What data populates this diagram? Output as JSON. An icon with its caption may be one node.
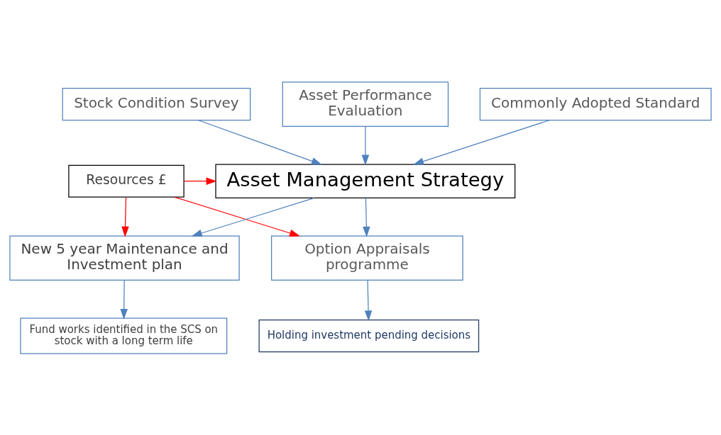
{
  "diagram": {
    "nodes": [
      {
        "text": [
          "Stock Condition Survey"
        ]
      },
      {
        "text": [
          "Asset Performance Evaluation"
        ]
      },
      {
        "text": [
          "Commonly Adopted Standard"
        ]
      },
      {
        "text": [
          "Resources £"
        ]
      },
      {
        "text": [
          "Asset Management Strategy"
        ]
      },
      {
        "text": [
          "New 5 year Maintenance and Investment plan"
        ]
      },
      {
        "text": [
          "Option Appraisals programme"
        ]
      },
      {
        "text": [
          "Fund works identified in the SCS on stock with a long term life"
        ]
      },
      {
        "text": [
          "Holding investment pending decisions"
        ]
      }
    ],
    "edges": [
      {
        "from": 0,
        "to": 4,
        "arrow": "to"
      },
      {
        "from": 1,
        "to": 4,
        "arrow": "to"
      },
      {
        "from": 2,
        "to": 4,
        "arrow": "to"
      },
      {
        "from": 3,
        "to": 4,
        "arrow": "to",
        "color": "#ff0000"
      },
      {
        "from": 3,
        "to": 5,
        "arrow": "to",
        "color": "#ff0000"
      },
      {
        "from": 3,
        "to": 6,
        "arrow": "to",
        "color": "#ff0000"
      },
      {
        "from": 4,
        "to": 5,
        "arrow": "to"
      },
      {
        "from": 4,
        "to": 6,
        "arrow": "to"
      },
      {
        "from": 5,
        "to": 7,
        "arrow": "to"
      },
      {
        "from": 6,
        "to": 8,
        "arrow": "to"
      }
    ]
  }
}
